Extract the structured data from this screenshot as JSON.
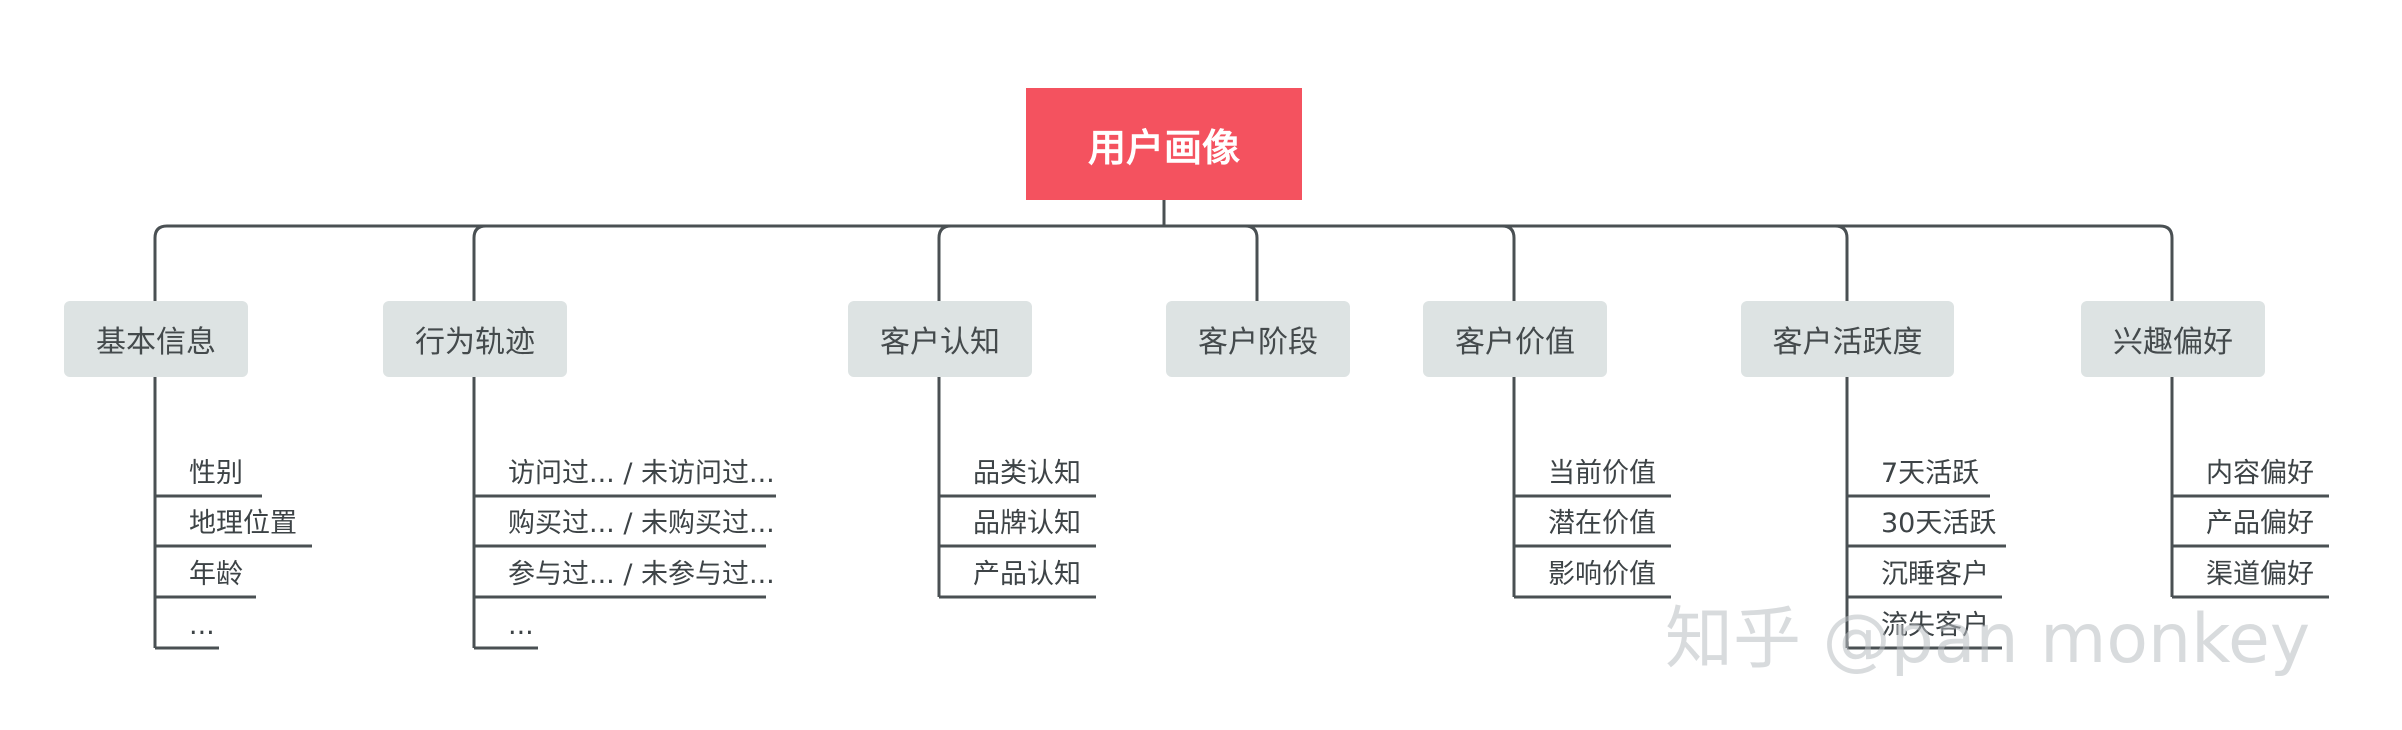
{
  "root": {
    "label": "用户画像"
  },
  "categories": [
    {
      "label": "基本信息",
      "leaves": [
        "性别",
        "地理位置",
        "年龄",
        "..."
      ]
    },
    {
      "label": "行为轨迹",
      "leaves": [
        "访问过... / 未访问过...",
        "购买过... / 未购买过...",
        "参与过... / 未参与过...",
        "..."
      ]
    },
    {
      "label": "客户认知",
      "leaves": [
        "品类认知",
        "品牌认知",
        "产品认知"
      ]
    },
    {
      "label": "客户阶段",
      "leaves": []
    },
    {
      "label": "客户价值",
      "leaves": [
        "当前价值",
        "潜在价值",
        "影响价值"
      ]
    },
    {
      "label": "客户活跃度",
      "leaves": [
        "7天活跃",
        "30天活跃",
        "沉睡客户",
        "流失客户"
      ]
    },
    {
      "label": "兴趣偏好",
      "leaves": [
        "内容偏好",
        "产品偏好",
        "渠道偏好"
      ]
    }
  ],
  "watermark": {
    "text": "知乎 @pan monkey"
  },
  "colors": {
    "root": "#f4525f",
    "category": "#dde3e3",
    "line": "#4a5053"
  }
}
